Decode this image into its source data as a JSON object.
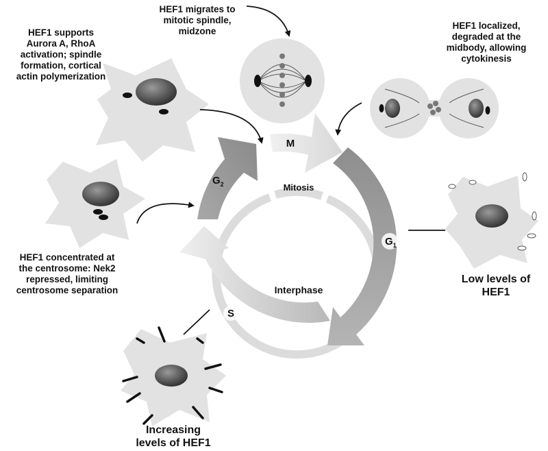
{
  "captions": {
    "top_left": [
      "HEF1 supports",
      "Aurora A, RhoA",
      "activation; spindle",
      "formation, cortical",
      "actin polymerization"
    ],
    "top_center": [
      "HEF1 migrates to",
      "mitotic spindle,",
      "midzone"
    ],
    "top_right": [
      "HEF1 localized,",
      "degraded at the",
      "midbody, allowing",
      "cytokinesis"
    ],
    "mid_left": [
      "HEF1 concentrated at",
      "the centrosome: Nek2",
      "repressed, limiting",
      "centrosome separation"
    ],
    "right_low": [
      "Low levels of",
      "HEF1"
    ],
    "bottom": [
      "Increasing",
      "levels of HEF1"
    ]
  },
  "cycle": {
    "M": "M",
    "G1": "G",
    "G1_sub": "1",
    "G2": "G",
    "G2_sub": "2",
    "S": "S",
    "mitosis": "Mitosis",
    "interphase": "Interphase"
  },
  "colors": {
    "cell_fill": "#e2e2e2",
    "nucleus_dark": "#3a3a3a",
    "arrow_dark": "#8a8a8a",
    "arrow_light": "#ececec"
  }
}
